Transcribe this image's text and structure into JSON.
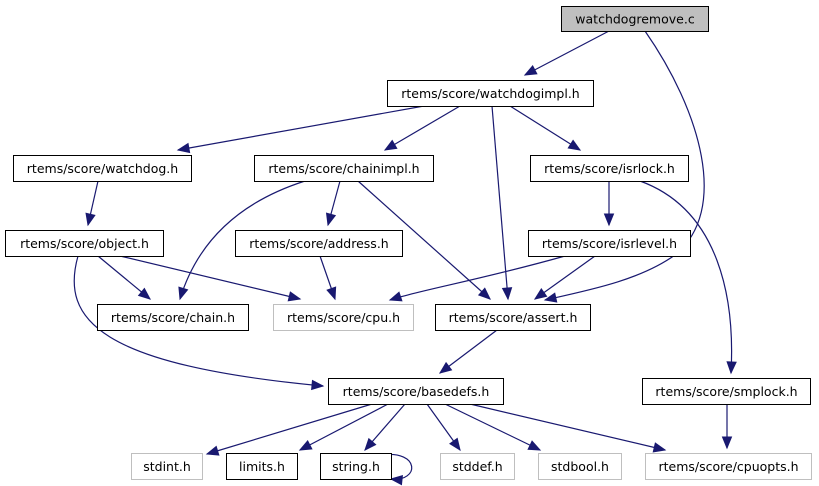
{
  "diagram": {
    "title": "watchdogremove.c include dependency graph",
    "colors": {
      "edge": "#191970",
      "root_fill": "#bfbfbf",
      "node_fill": "#ffffff",
      "node_border": "#000000",
      "external_border": "#bfbfbf"
    },
    "nodes": [
      {
        "id": "watchdogremove",
        "label": "watchdogremove.c",
        "kind": "root"
      },
      {
        "id": "watchdogimpl",
        "label": "rtems/score/watchdogimpl.h",
        "kind": "documented"
      },
      {
        "id": "watchdog",
        "label": "rtems/score/watchdog.h",
        "kind": "documented"
      },
      {
        "id": "chainimpl",
        "label": "rtems/score/chainimpl.h",
        "kind": "documented"
      },
      {
        "id": "isrlock",
        "label": "rtems/score/isrlock.h",
        "kind": "documented"
      },
      {
        "id": "object",
        "label": "rtems/score/object.h",
        "kind": "documented"
      },
      {
        "id": "address",
        "label": "rtems/score/address.h",
        "kind": "documented"
      },
      {
        "id": "isrlevel",
        "label": "rtems/score/isrlevel.h",
        "kind": "documented"
      },
      {
        "id": "chain",
        "label": "rtems/score/chain.h",
        "kind": "documented"
      },
      {
        "id": "cpu",
        "label": "rtems/score/cpu.h",
        "kind": "external"
      },
      {
        "id": "assert",
        "label": "rtems/score/assert.h",
        "kind": "documented"
      },
      {
        "id": "basedefs",
        "label": "rtems/score/basedefs.h",
        "kind": "documented"
      },
      {
        "id": "smplock",
        "label": "rtems/score/smplock.h",
        "kind": "documented"
      },
      {
        "id": "stdint",
        "label": "stdint.h",
        "kind": "external"
      },
      {
        "id": "limits",
        "label": "limits.h",
        "kind": "documented"
      },
      {
        "id": "string",
        "label": "string.h",
        "kind": "documented"
      },
      {
        "id": "stddef",
        "label": "stddef.h",
        "kind": "external"
      },
      {
        "id": "stdbool",
        "label": "stdbool.h",
        "kind": "external"
      },
      {
        "id": "cpuopts",
        "label": "rtems/score/cpuopts.h",
        "kind": "external"
      }
    ],
    "edges": [
      {
        "from": "watchdogremove",
        "to": "watchdogimpl"
      },
      {
        "from": "watchdogremove",
        "to": "assert"
      },
      {
        "from": "watchdogimpl",
        "to": "watchdog"
      },
      {
        "from": "watchdogimpl",
        "to": "chainimpl"
      },
      {
        "from": "watchdogimpl",
        "to": "assert"
      },
      {
        "from": "watchdogimpl",
        "to": "isrlock"
      },
      {
        "from": "watchdog",
        "to": "object"
      },
      {
        "from": "chainimpl",
        "to": "chain"
      },
      {
        "from": "chainimpl",
        "to": "address"
      },
      {
        "from": "chainimpl",
        "to": "assert"
      },
      {
        "from": "isrlock",
        "to": "isrlevel"
      },
      {
        "from": "isrlock",
        "to": "smplock"
      },
      {
        "from": "object",
        "to": "chain"
      },
      {
        "from": "object",
        "to": "cpu"
      },
      {
        "from": "object",
        "to": "basedefs"
      },
      {
        "from": "address",
        "to": "cpu"
      },
      {
        "from": "isrlevel",
        "to": "cpu"
      },
      {
        "from": "isrlevel",
        "to": "assert"
      },
      {
        "from": "assert",
        "to": "basedefs"
      },
      {
        "from": "basedefs",
        "to": "stdint"
      },
      {
        "from": "basedefs",
        "to": "limits"
      },
      {
        "from": "basedefs",
        "to": "string"
      },
      {
        "from": "basedefs",
        "to": "stddef"
      },
      {
        "from": "basedefs",
        "to": "stdbool"
      },
      {
        "from": "basedefs",
        "to": "cpuopts"
      },
      {
        "from": "string",
        "to": "string"
      },
      {
        "from": "smplock",
        "to": "cpuopts"
      }
    ]
  }
}
